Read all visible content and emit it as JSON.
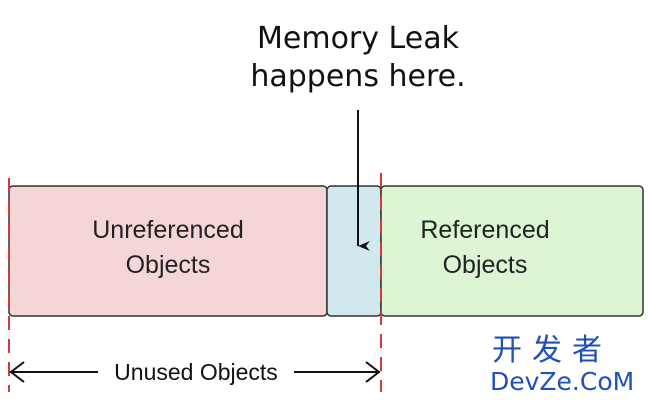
{
  "annotation": {
    "line1": "Memory Leak",
    "line2": "happens here."
  },
  "regions": {
    "unreferenced": {
      "line1": "Unreferenced",
      "line2": "Objects",
      "fill": "#f5d6d6"
    },
    "leak": {
      "fill": "#d2e8ef"
    },
    "referenced": {
      "line1": "Referenced",
      "line2": "Objects",
      "fill": "#dcf5d2"
    }
  },
  "range_label": "Unused Objects",
  "boundary_color": "#d03a3a",
  "watermark": {
    "chinese": "开发者",
    "latin": "DevZe.CoM",
    "color": "#1f4fb8"
  }
}
